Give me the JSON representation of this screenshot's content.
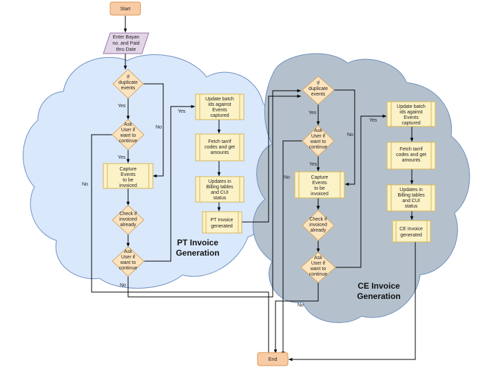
{
  "colors": {
    "terminal_fill": "#f8cba5",
    "terminal_stroke": "#d7954f",
    "input_fill": "#e1d5e7",
    "input_stroke": "#9673a6",
    "decision_fill": "#fce4bf",
    "decision_stroke": "#d6a761",
    "process_fill": "#fcf2c7",
    "process_stroke": "#d6b656",
    "cloud_pt": "#dae8fc",
    "cloud_ce": "#b4c1cc",
    "cloud_stroke": "#6c8ebf"
  },
  "nodes": {
    "start": "Start",
    "end": "End",
    "enter": [
      "Enter Bayan",
      "no. and Paid",
      "thru Date"
    ],
    "pt_dup": [
      "If",
      "duplicate",
      "events"
    ],
    "pt_ask1": [
      "Ask",
      "User if",
      "want to",
      "continue"
    ],
    "pt_capture": [
      "Capture",
      "Events",
      "to be",
      "invoiced"
    ],
    "pt_check": [
      "Check if",
      "invoiced",
      "already"
    ],
    "pt_ask2": [
      "Ask",
      "User if",
      "want to",
      "continue"
    ],
    "pt_update": [
      "Update batch",
      "ids against",
      "Events",
      "captured"
    ],
    "pt_fetch": [
      "Fetch tarrif",
      "codes and get",
      "amounts"
    ],
    "pt_billing": [
      "Updates in",
      "Billing tables",
      "and CUI",
      "status"
    ],
    "pt_generated": [
      "PT Invoice",
      "generated"
    ],
    "ce_dup": [
      "If",
      "duplicate",
      "events"
    ],
    "ce_ask1": [
      "Ask",
      "User if",
      "want to",
      "continue"
    ],
    "ce_capture": [
      "Capture",
      "Events",
      "to be",
      "invoiced"
    ],
    "ce_check": [
      "Check if",
      "invoiced",
      "already"
    ],
    "ce_ask2": [
      "Ask",
      "User if",
      "want to",
      "continue"
    ],
    "ce_update": [
      "Update batch",
      "ids against",
      "Events",
      "captured"
    ],
    "ce_fetch": [
      "Fetch tarrif",
      "codes and get",
      "amounts"
    ],
    "ce_billing": [
      "Updates in",
      "Billing tables",
      "and CUI",
      "status"
    ],
    "ce_generated": [
      "CE Invoice",
      "generated"
    ]
  },
  "group_titles": {
    "pt": [
      "PT Invoice",
      "Generation"
    ],
    "ce": [
      "CE Invoice",
      "Generation"
    ]
  },
  "edge_labels": {
    "yes": "Yes",
    "no": "No"
  }
}
